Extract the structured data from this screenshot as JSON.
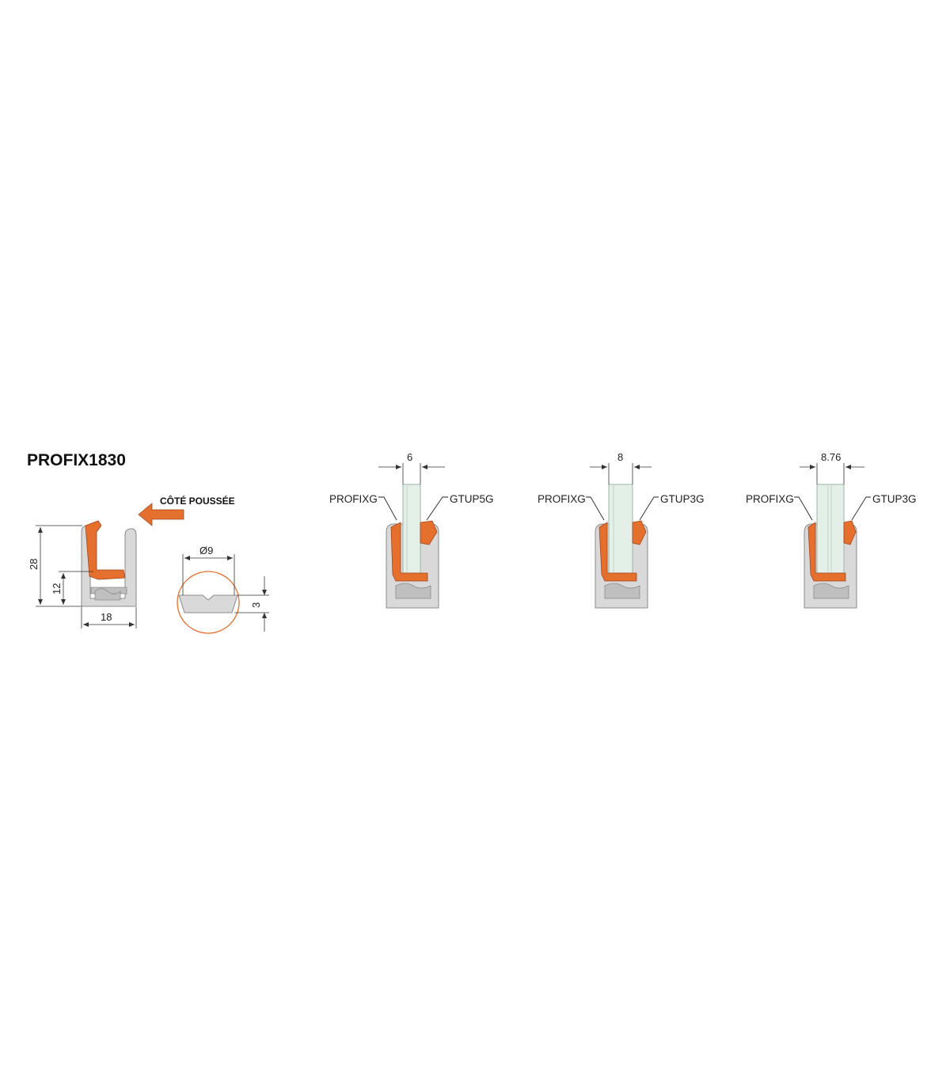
{
  "title": "PROFIX1830",
  "push_side_label": "CÔTÉ POUSSÉE",
  "colors": {
    "gasket": "#e56f2c",
    "aluminium": "#d9d9d9",
    "outline": "#8a8a8a",
    "glass": "#e4efe7"
  },
  "profile_dimensions": {
    "height": "28",
    "inner_height": "12",
    "width": "18"
  },
  "detail_dimensions": {
    "diameter": "Ø9",
    "depth": "3"
  },
  "sections": [
    {
      "glass_thickness": "6",
      "left_label": "PROFIXG",
      "right_label": "GTUP5G"
    },
    {
      "glass_thickness": "8",
      "left_label": "PROFIXG",
      "right_label": "GTUP3G"
    },
    {
      "glass_thickness": "8.76",
      "left_label": "PROFIXG",
      "right_label": "GTUP3G"
    }
  ]
}
